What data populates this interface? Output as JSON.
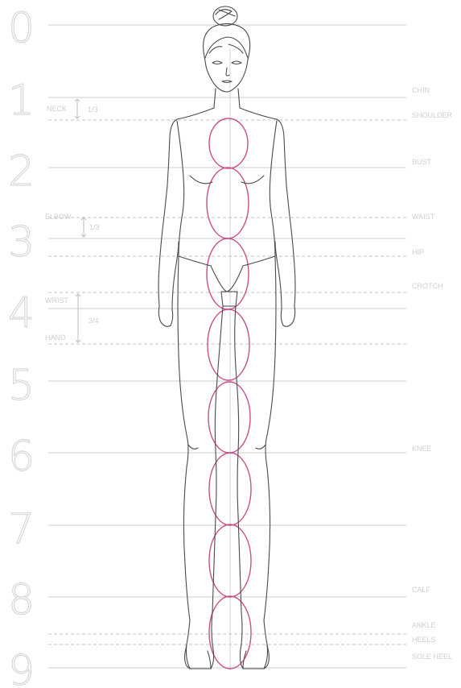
{
  "title": "Female fashion figure – 9 heads proportion",
  "numerals": [
    "0",
    "1",
    "2",
    "3",
    "4",
    "5",
    "6",
    "7",
    "8",
    "9"
  ],
  "right_labels": {
    "chin": "CHIN",
    "shoulder": "SHOULDER",
    "bust": "BUST",
    "waist": "WAIST",
    "hip": "HIP",
    "crotch": "CROTCH",
    "knee": "KNEE",
    "calf": "CALF",
    "ankle": "ANKLE",
    "heels": "HEELS",
    "sole": "SOLE HEEL"
  },
  "left_labels": {
    "neck": "NECK",
    "elbow": "ELBOW",
    "wrist": "WRIST",
    "hand": "HAND"
  },
  "dimensions": {
    "neck": "1/3",
    "elbow": "1/3",
    "hand": "3/4"
  },
  "colors": {
    "guide_lines": "#d6d6d6",
    "numerals": "#d8d8d8",
    "figure_outline": "#4a4a4a",
    "head_ovals": "#c8508a"
  }
}
